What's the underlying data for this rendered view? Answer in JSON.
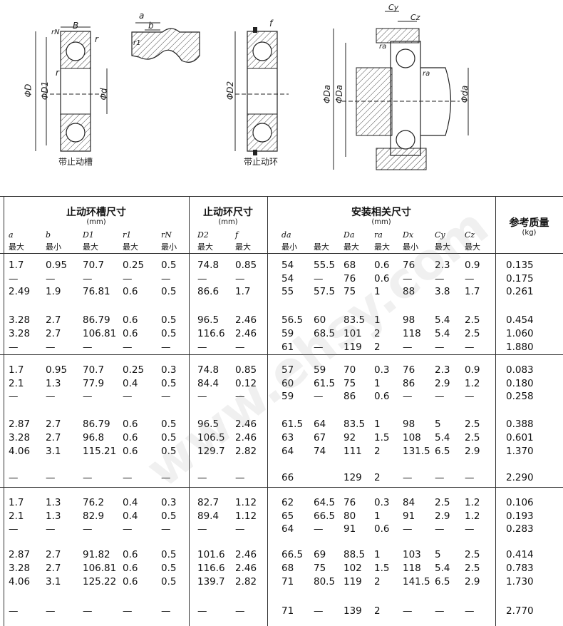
{
  "diagram_labels": {
    "d1": {
      "B": "B",
      "rN": "rN",
      "r_top": "r",
      "r_mid": "r",
      "phiD": "ΦD",
      "phiD1": "ΦD1",
      "phid": "Φd",
      "caption": "带止动槽"
    },
    "d2": {
      "a": "a",
      "b": "b",
      "r1": "r1"
    },
    "d3": {
      "f": "f",
      "phiD2": "ΦD2",
      "caption": "带止动环"
    },
    "d4": {
      "Cy": "Cy",
      "Cz": "Cz",
      "ra_top": "ra",
      "ra_mid": "ra",
      "phiDa_outer": "ΦDa",
      "phiDa_inner": "ΦDa",
      "phida": "Φda"
    }
  },
  "table": {
    "groups": [
      {
        "title": "止动环槽尺寸",
        "unit": "(mm)"
      },
      {
        "title": "止动环尺寸",
        "unit": "(mm)"
      },
      {
        "title": "安装相关尺寸",
        "unit": "(mm)"
      },
      {
        "title": "参考质量",
        "unit": "(kg)"
      }
    ],
    "columns": [
      {
        "sym": "a",
        "qual": "最大"
      },
      {
        "sym": "b",
        "qual": "最小"
      },
      {
        "sym": "D1",
        "qual": "最大"
      },
      {
        "sym": "r1",
        "qual": "最大"
      },
      {
        "sym": "rN",
        "qual": "最小"
      },
      {
        "sym": "D2",
        "qual": "最大"
      },
      {
        "sym": "f",
        "qual": "最大"
      },
      {
        "sym": "da",
        "qual": "最小"
      },
      {
        "sym": "",
        "qual": "最大"
      },
      {
        "sym": "Da",
        "qual": "最大"
      },
      {
        "sym": "ra",
        "qual": "最大"
      },
      {
        "sym": "Dx",
        "qual": "最小"
      },
      {
        "sym": "Cy",
        "qual": "最大"
      },
      {
        "sym": "Cz",
        "qual": "最大"
      }
    ],
    "rows": [
      [
        "1.7",
        "0.95",
        "70.7",
        "0.25",
        "0.5",
        "74.8",
        "0.85",
        "54",
        "55.5",
        "68",
        "0.6",
        "76",
        "2.3",
        "0.9",
        "0.135"
      ],
      [
        "—",
        "—",
        "—",
        "—",
        "—",
        "—",
        "—",
        "54",
        "—",
        "76",
        "0.6",
        "—",
        "—",
        "—",
        "0.175"
      ],
      [
        "2.49",
        "1.9",
        "76.81",
        "0.6",
        "0.5",
        "86.6",
        "1.7",
        "55",
        "57.5",
        "75",
        "1",
        "88",
        "3.8",
        "1.7",
        "0.261"
      ],
      [
        "3.28",
        "2.7",
        "86.79",
        "0.6",
        "0.5",
        "96.5",
        "2.46",
        "56.5",
        "60",
        "83.5",
        "1",
        "98",
        "5.4",
        "2.5",
        "0.454"
      ],
      [
        "3.28",
        "2.7",
        "106.81",
        "0.6",
        "0.5",
        "116.6",
        "2.46",
        "59",
        "68.5",
        "101",
        "2",
        "118",
        "5.4",
        "2.5",
        "1.060"
      ],
      [
        "—",
        "—",
        "—",
        "—",
        "—",
        "—",
        "—",
        "61",
        "—",
        "119",
        "2",
        "—",
        "—",
        "—",
        "1.880"
      ],
      [
        "1.7",
        "0.95",
        "70.7",
        "0.25",
        "0.3",
        "74.8",
        "0.85",
        "57",
        "59",
        "70",
        "0.3",
        "76",
        "2.3",
        "0.9",
        "0.083"
      ],
      [
        "2.1",
        "1.3",
        "77.9",
        "0.4",
        "0.5",
        "84.4",
        "0.12",
        "60",
        "61.5",
        "75",
        "1",
        "86",
        "2.9",
        "1.2",
        "0.180"
      ],
      [
        "—",
        "—",
        "—",
        "—",
        "—",
        "—",
        "—",
        "59",
        "—",
        "86",
        "0.6",
        "—",
        "—",
        "—",
        "0.258"
      ],
      [
        "2.87",
        "2.7",
        "86.79",
        "0.6",
        "0.5",
        "96.5",
        "2.46",
        "61.5",
        "64",
        "83.5",
        "1",
        "98",
        "5",
        "2.5",
        "0.388"
      ],
      [
        "3.28",
        "2.7",
        "96.8",
        "0.6",
        "0.5",
        "106.5",
        "2.46",
        "63",
        "67",
        "92",
        "1.5",
        "108",
        "5.4",
        "2.5",
        "0.601"
      ],
      [
        "4.06",
        "3.1",
        "115.21",
        "0.6",
        "0.5",
        "129.7",
        "2.82",
        "64",
        "74",
        "111",
        "2",
        "131.5",
        "6.5",
        "2.9",
        "1.370"
      ],
      [
        "—",
        "—",
        "—",
        "—",
        "—",
        "—",
        "—",
        "66",
        "",
        "129",
        "2",
        "—",
        "—",
        "—",
        "2.290"
      ],
      [
        "1.7",
        "1.3",
        "76.2",
        "0.4",
        "0.3",
        "82.7",
        "1.12",
        "62",
        "64.5",
        "76",
        "0.3",
        "84",
        "2.5",
        "1.2",
        "0.106"
      ],
      [
        "2.1",
        "1.3",
        "82.9",
        "0.4",
        "0.5",
        "89.4",
        "1.12",
        "65",
        "66.5",
        "80",
        "1",
        "91",
        "2.9",
        "1.2",
        "0.193"
      ],
      [
        "—",
        "—",
        "—",
        "—",
        "—",
        "—",
        "—",
        "64",
        "—",
        "91",
        "0.6",
        "—",
        "—",
        "—",
        "0.283"
      ],
      [
        "2.87",
        "2.7",
        "91.82",
        "0.6",
        "0.5",
        "101.6",
        "2.46",
        "66.5",
        "69",
        "88.5",
        "1",
        "103",
        "5",
        "2.5",
        "0.414"
      ],
      [
        "3.28",
        "2.7",
        "106.81",
        "0.6",
        "0.5",
        "116.6",
        "2.46",
        "68",
        "75",
        "102",
        "1.5",
        "118",
        "5.4",
        "2.5",
        "0.783"
      ],
      [
        "4.06",
        "3.1",
        "125.22",
        "0.6",
        "0.5",
        "139.7",
        "2.82",
        "71",
        "80.5",
        "119",
        "2",
        "141.5",
        "6.5",
        "2.9",
        "1.730"
      ],
      [
        "—",
        "—",
        "—",
        "—",
        "—",
        "—",
        "—",
        "71",
        "—",
        "139",
        "2",
        "—",
        "—",
        "—",
        "2.770"
      ]
    ]
  },
  "watermark": "www.ehsy.com"
}
